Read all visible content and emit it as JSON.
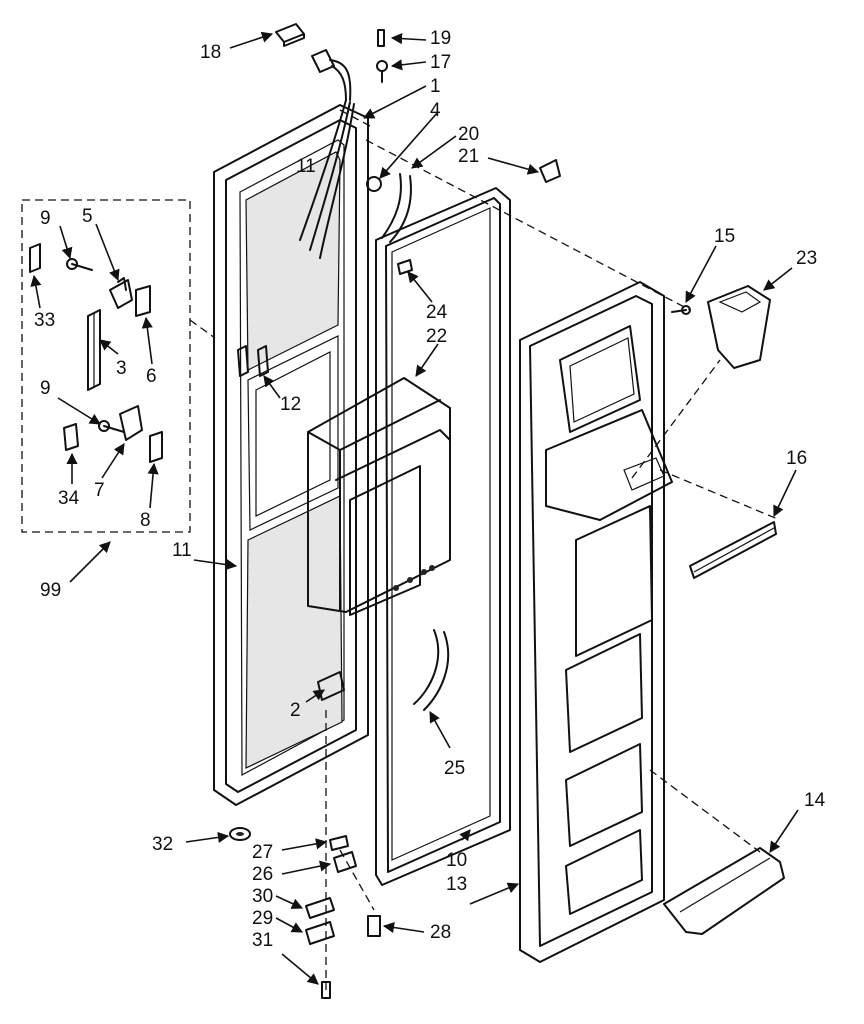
{
  "callouts": [
    {
      "num": "18"
    },
    {
      "num": "19"
    },
    {
      "num": "17"
    },
    {
      "num": "1"
    },
    {
      "num": "4"
    },
    {
      "num": "20"
    },
    {
      "num": "21"
    },
    {
      "num": "11"
    },
    {
      "num": "9"
    },
    {
      "num": "5"
    },
    {
      "num": "15"
    },
    {
      "num": "23"
    },
    {
      "num": "33"
    },
    {
      "num": "24"
    },
    {
      "num": "22"
    },
    {
      "num": "3"
    },
    {
      "num": "6"
    },
    {
      "num": "12"
    },
    {
      "num": "9"
    },
    {
      "num": "16"
    },
    {
      "num": "34"
    },
    {
      "num": "7"
    },
    {
      "num": "8"
    },
    {
      "num": "11"
    },
    {
      "num": "99"
    },
    {
      "num": "2"
    },
    {
      "num": "25"
    },
    {
      "num": "14"
    },
    {
      "num": "32"
    },
    {
      "num": "27"
    },
    {
      "num": "26"
    },
    {
      "num": "10"
    },
    {
      "num": "13"
    },
    {
      "num": "30"
    },
    {
      "num": "29"
    },
    {
      "num": "28"
    },
    {
      "num": "31"
    }
  ]
}
